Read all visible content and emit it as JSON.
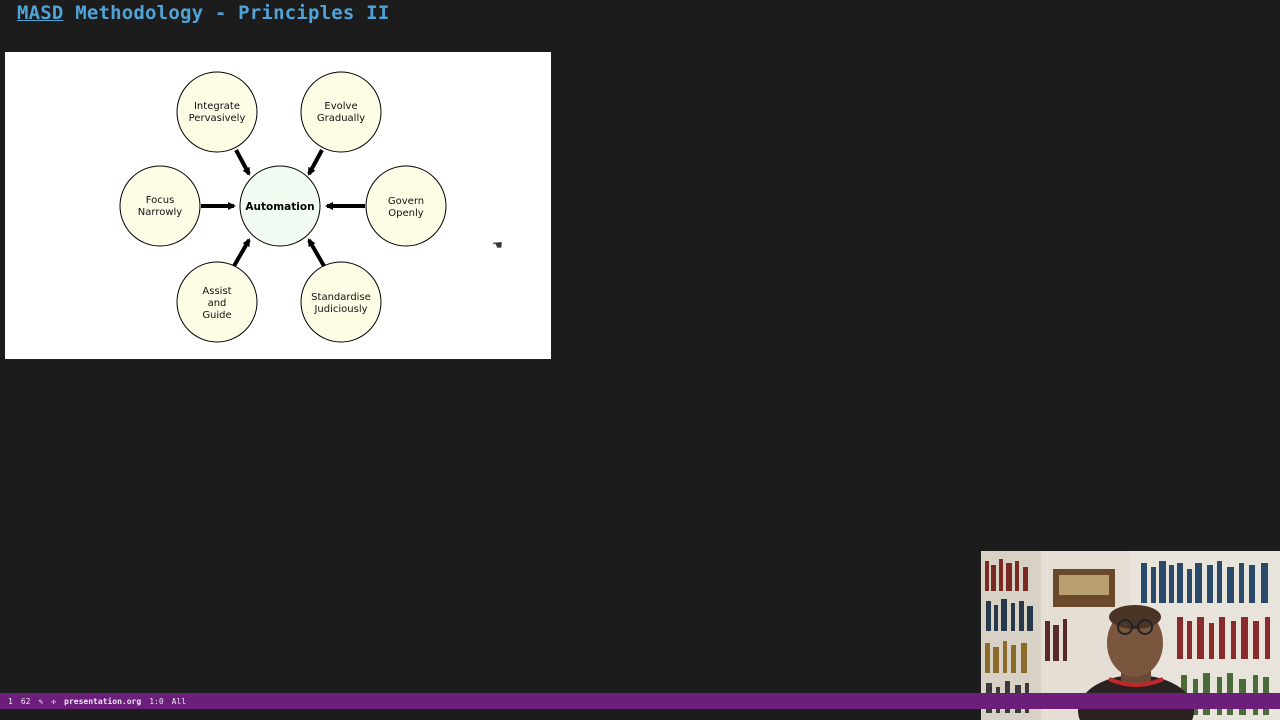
{
  "slide": {
    "title_prefix": "MASD",
    "title_rest": " Methodology - Principles II"
  },
  "diagram": {
    "center": "Automation",
    "nodes": [
      {
        "id": "integrate",
        "lines": [
          "Integrate",
          "Pervasively"
        ]
      },
      {
        "id": "evolve",
        "lines": [
          "Evolve",
          "Gradually"
        ]
      },
      {
        "id": "focus",
        "lines": [
          "Focus",
          "Narrowly"
        ]
      },
      {
        "id": "govern",
        "lines": [
          "Govern",
          "Openly"
        ]
      },
      {
        "id": "assist",
        "lines": [
          "Assist",
          "and",
          "Guide"
        ]
      },
      {
        "id": "standardise",
        "lines": [
          "Standardise",
          "Judiciously"
        ]
      }
    ],
    "colors": {
      "node_fill": "#fdfde6",
      "center_fill": "#f2fcf2",
      "stroke": "#000000"
    }
  },
  "modeline": {
    "window_number": "1",
    "column": "62",
    "filename": "presentation.org",
    "position": "1:0",
    "scope": "All",
    "background": "#6b1e7a"
  }
}
